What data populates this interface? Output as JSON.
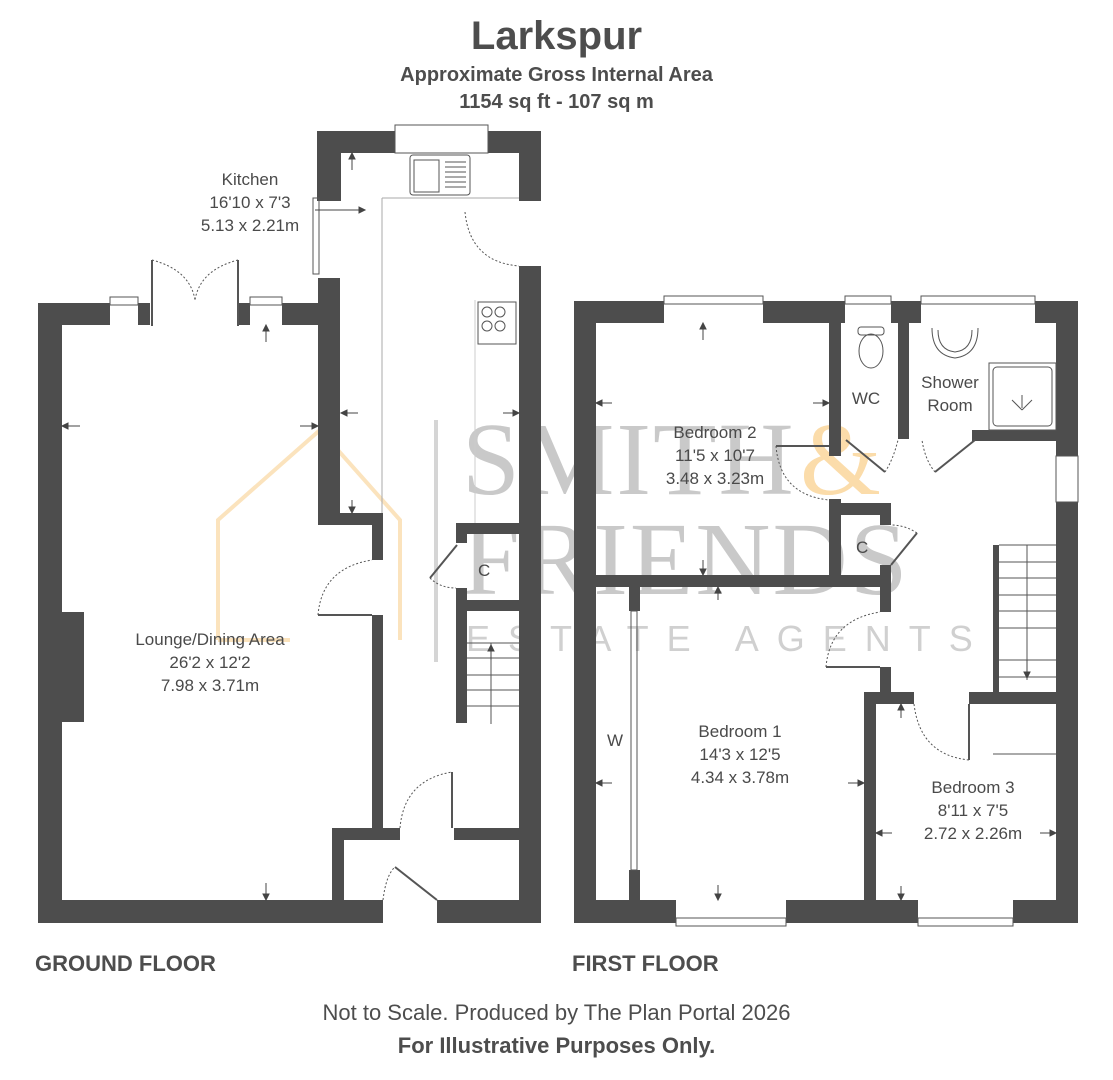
{
  "header": {
    "title": "Larkspur",
    "area_label": "Approximate Gross Internal Area",
    "area_value": "1154 sq ft - 107 sq m"
  },
  "floors": {
    "ground": {
      "label": "GROUND FLOOR",
      "rooms": [
        {
          "name": "Kitchen",
          "imperial": "16'10 x 7'3",
          "metric": "5.13 x 2.21m"
        },
        {
          "name": "Lounge/Dining Area",
          "imperial": "26'2 x 12'2",
          "metric": "7.98 x 3.71m"
        }
      ],
      "cupboard_label": "C"
    },
    "first": {
      "label": "FIRST FLOOR",
      "rooms": [
        {
          "name": "Bedroom 2",
          "imperial": "11'5 x 10'7",
          "metric": "3.48 x 3.23m"
        },
        {
          "name": "WC"
        },
        {
          "name": "Shower Room"
        },
        {
          "name": "Bedroom 1",
          "imperial": "14'3 x 12'5",
          "metric": "4.34 x 3.78m"
        },
        {
          "name": "Bedroom 3",
          "imperial": "8'11 x 7'5",
          "metric": "2.72 x 2.26m"
        }
      ],
      "cupboard_label": "C",
      "wardrobe_label": "W"
    }
  },
  "watermark": {
    "line1": "SMITH",
    "amp": "&",
    "line2": "FRIENDS",
    "line3": "ESTATE AGENTS"
  },
  "footer": {
    "disclaimer": "Not to Scale. Produced by The Plan Portal 2026",
    "illustrative": "For Illustrative Purposes Only."
  },
  "colors": {
    "wall": "#4d4d4d",
    "watermark_grey": "#c9c9c9",
    "watermark_accent": "#fbdcaa"
  }
}
